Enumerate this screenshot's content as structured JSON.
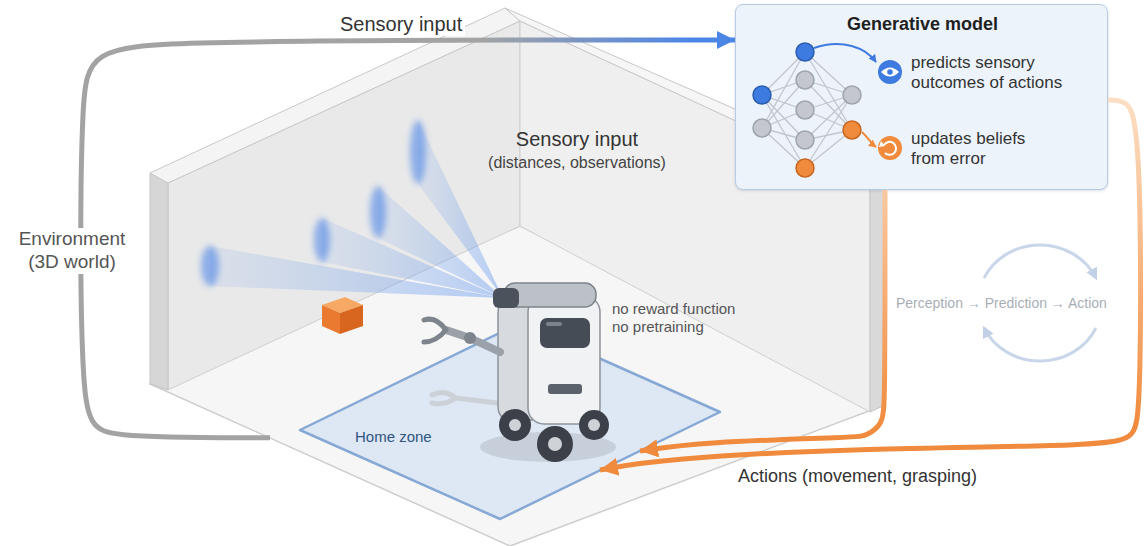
{
  "diagram": {
    "nodes": [
      {
        "text": [
          "Sensory input",
          "(distances, observations)",
          "no reward function no pretraining"
        ]
      },
      {
        "text": [
          "Home zone"
        ],
        "in": 0
      },
      {
        "text": [
          "Generative model",
          "predicts sensory outcomes of actions",
          "updates beliefs from error"
        ]
      }
    ],
    "edges": [
      {
        "from": 0,
        "to": 2,
        "label": "Sensory input",
        "arrow": "to"
      },
      {
        "from": 2,
        "to": 1,
        "label": "Actions (movement, grasping)",
        "arrow": "to"
      }
    ],
    "labels": [
      "Environment (3D world)",
      "Perception → Prediction → Action"
    ]
  }
}
